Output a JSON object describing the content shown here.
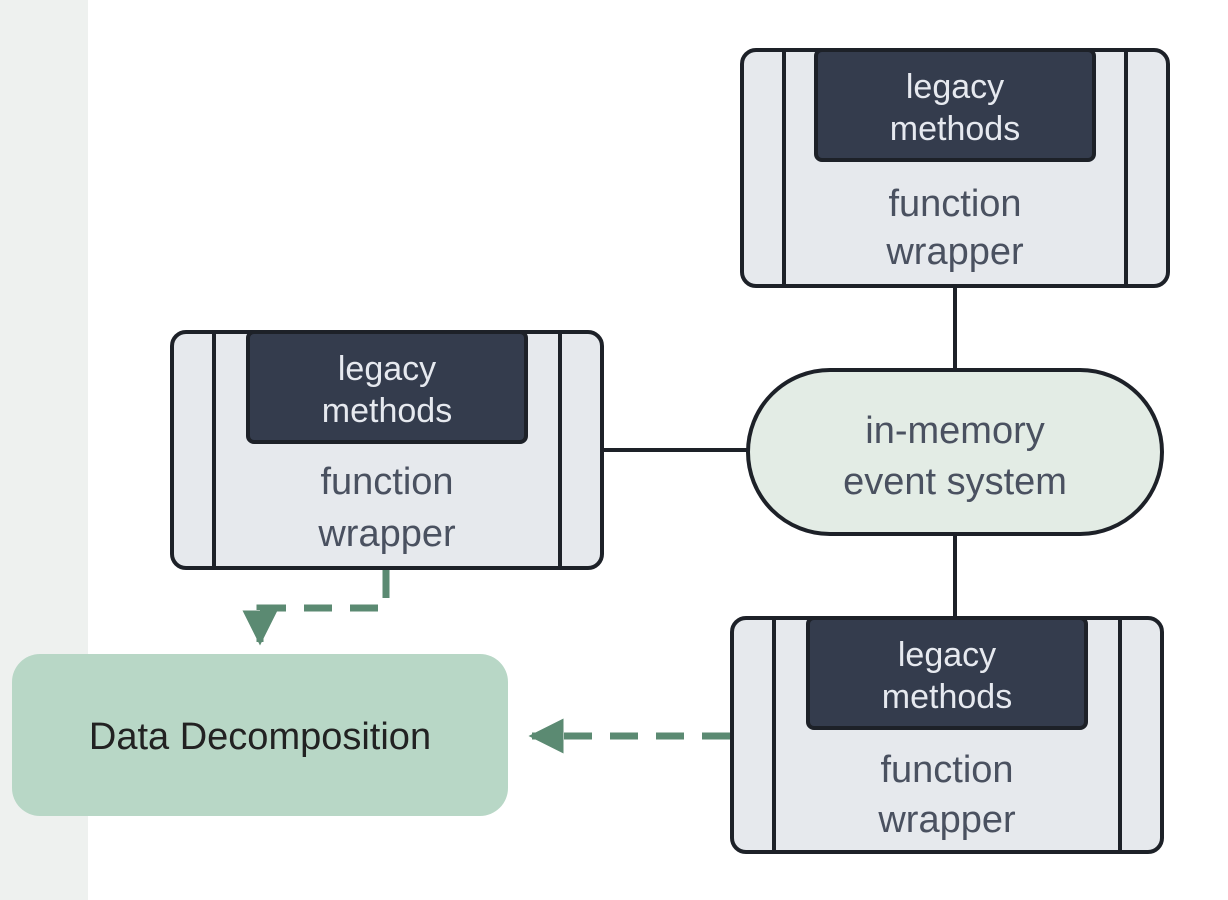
{
  "colors": {
    "background": "#ffffff",
    "left_strip": "#eef1ef",
    "box_fill": "#e6e9ed",
    "box_stroke": "#1d2128",
    "inner_fill": "#343c4d",
    "inner_text": "#e6e9ef",
    "outer_text": "#4a5160",
    "event_fill": "#e3ece5",
    "event_text": "#4a5160",
    "decomp_fill": "#b8d7c6",
    "decomp_text": "#222222",
    "connector": "#1d2128",
    "dashed_arrow": "#5b8a72"
  },
  "nodes": {
    "wrapper_top": {
      "inner_line1": "legacy",
      "inner_line2": "methods",
      "outer_line1": "function",
      "outer_line2": "wrapper"
    },
    "wrapper_left": {
      "inner_line1": "legacy",
      "inner_line2": "methods",
      "outer_line1": "function",
      "outer_line2": "wrapper"
    },
    "wrapper_bottom": {
      "inner_line1": "legacy",
      "inner_line2": "methods",
      "outer_line1": "function",
      "outer_line2": "wrapper"
    },
    "event_system": {
      "line1": "in-memory",
      "line2": "event system"
    },
    "data_decomposition": {
      "label": "Data Decomposition"
    }
  }
}
